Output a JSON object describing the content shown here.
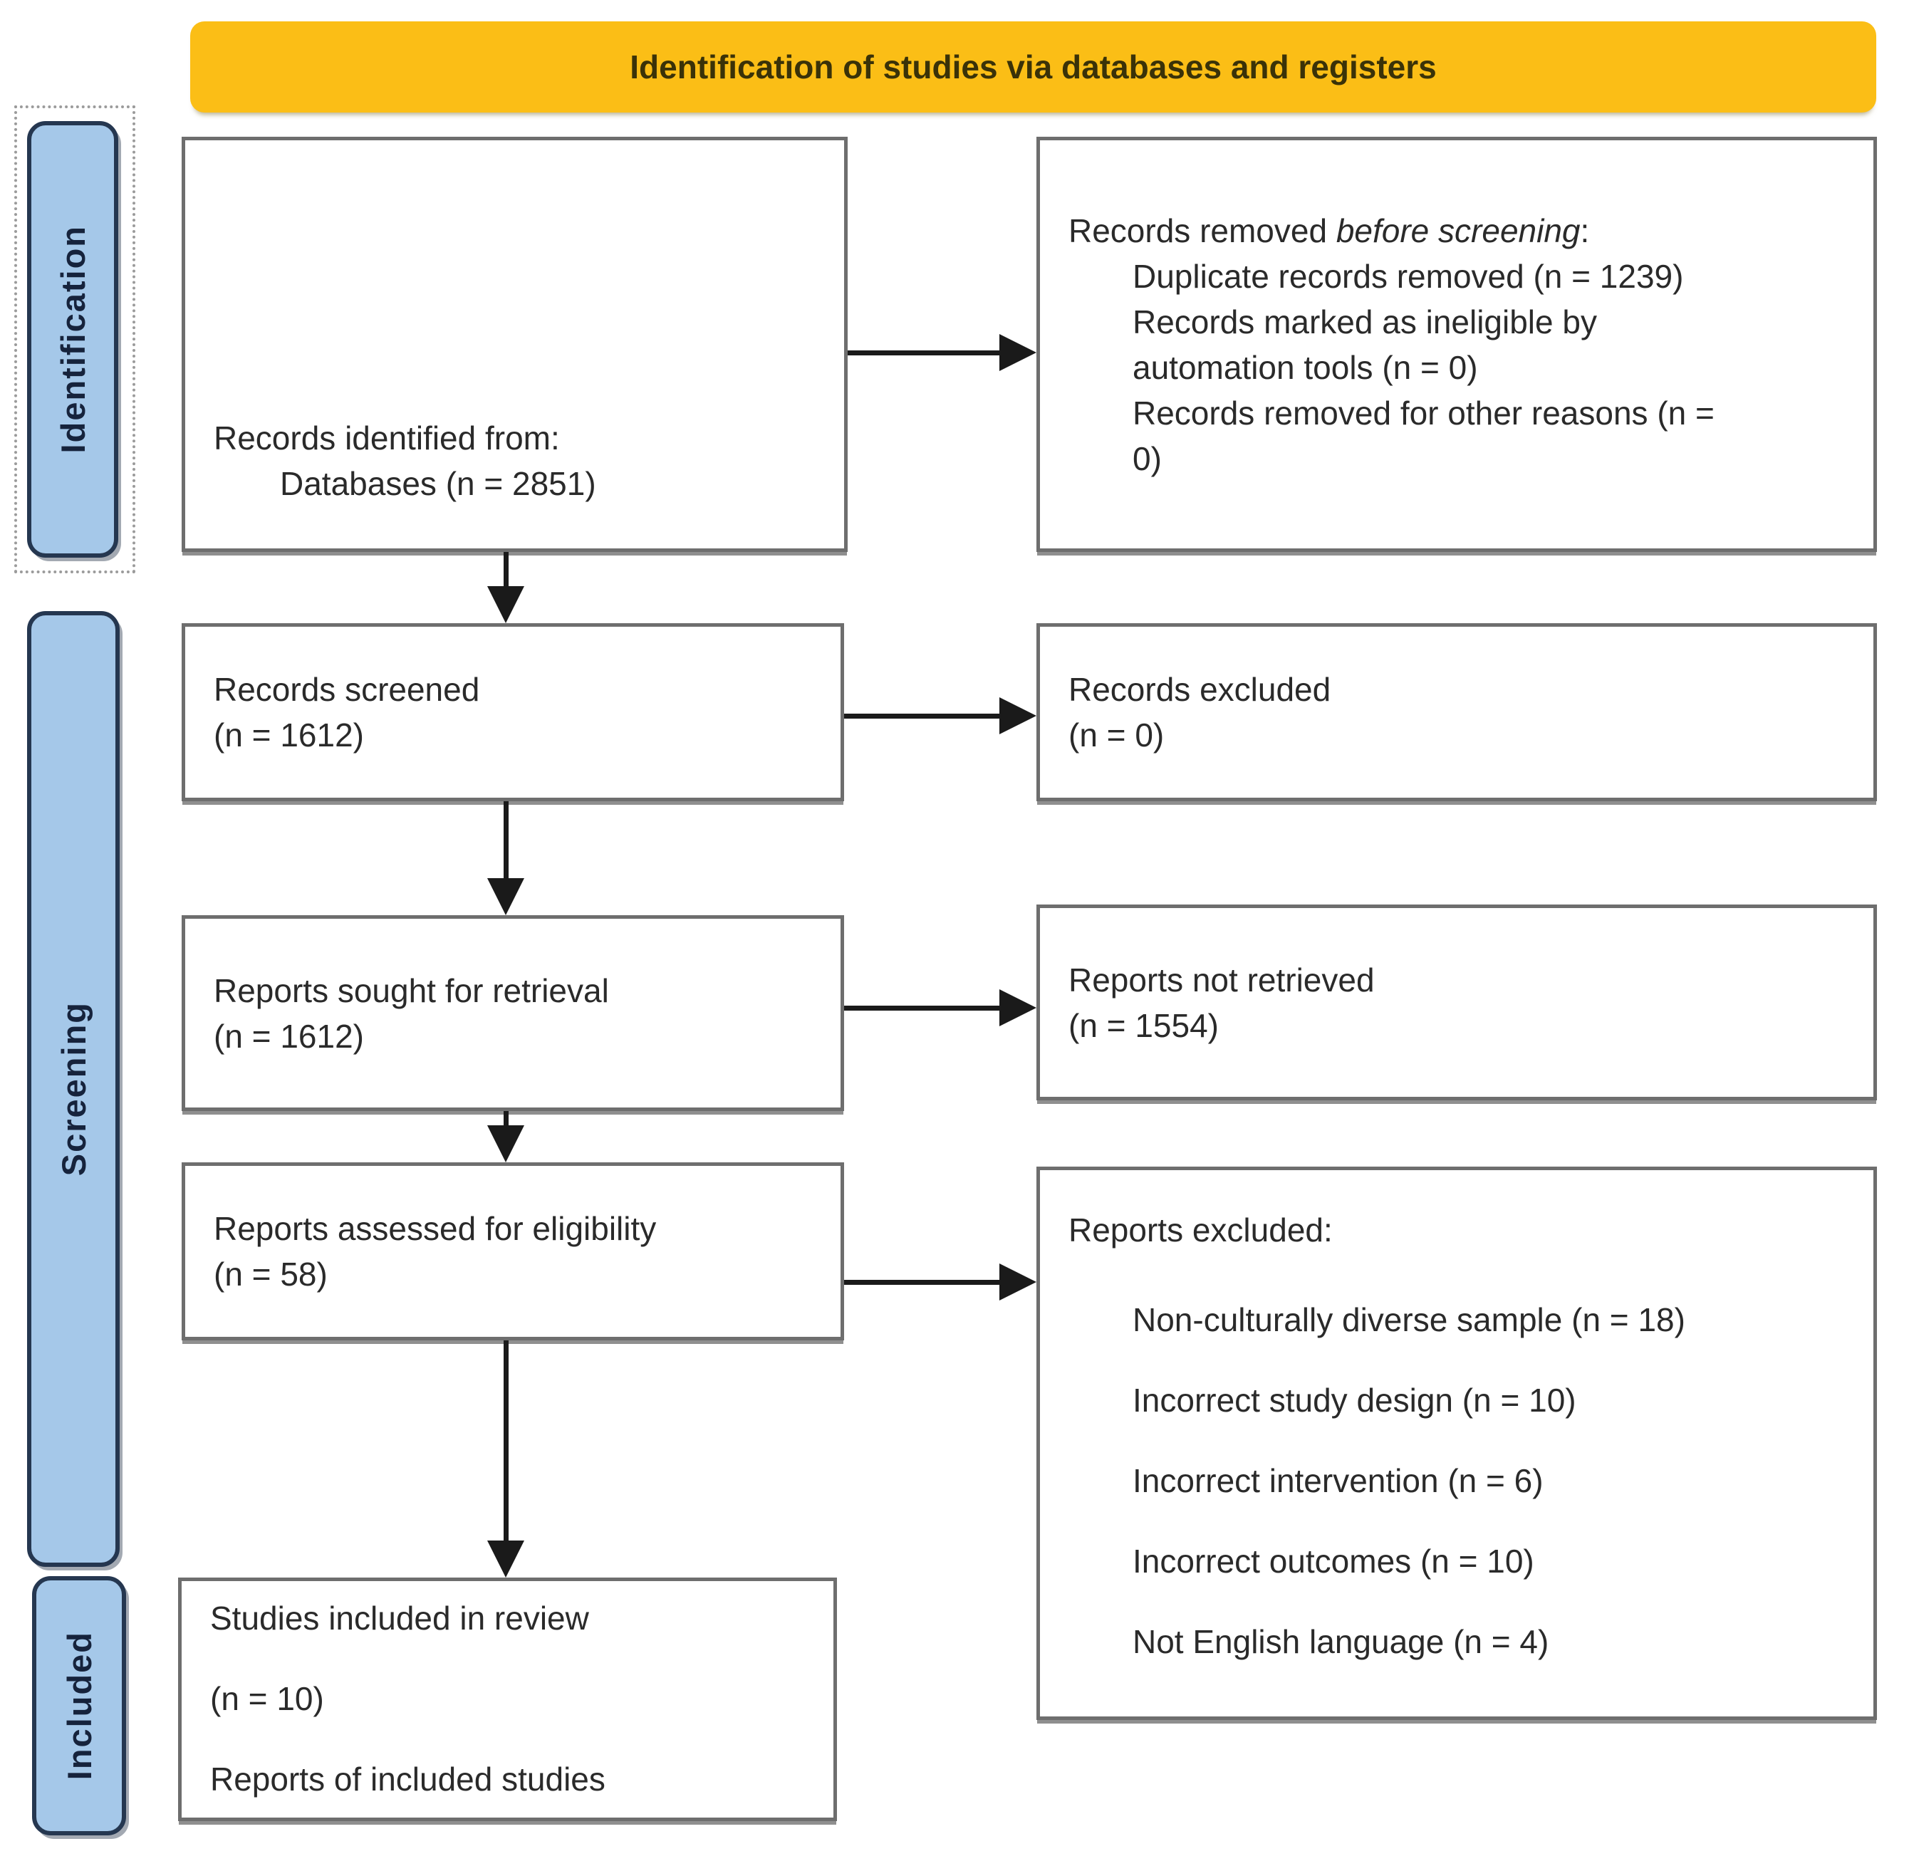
{
  "banner": {
    "title": "Identification of studies via databases and registers"
  },
  "sidebar": {
    "stages": [
      {
        "label": "Identification"
      },
      {
        "label": "Screening"
      },
      {
        "label": "Included"
      }
    ]
  },
  "flow": {
    "identified": {
      "line1": "Records identified from:",
      "line2": "Databases (n = 2851)"
    },
    "removed": {
      "heading_normal": "Records removed ",
      "heading_italic": "before screening",
      "heading_suffix": ":",
      "lines": [
        "Duplicate records removed (n = 1239)",
        "Records marked as ineligible by",
        "automation tools (n = 0)",
        "Records removed for other reasons (n =",
        "0)"
      ]
    },
    "screened": {
      "line1": "Records screened",
      "line2": "(n = 1612)"
    },
    "records_excluded": {
      "line1": "Records excluded",
      "line2": "(n = 0)"
    },
    "sought": {
      "line1": "Reports sought for retrieval",
      "line2": "(n = 1612)"
    },
    "not_retrieved": {
      "line1": "Reports not retrieved",
      "line2": "(n = 1554)"
    },
    "assessed": {
      "line1": "Reports assessed for eligibility",
      "line2": "(n = 58)"
    },
    "reports_excluded": {
      "heading": "Reports excluded:",
      "items": [
        "Non-culturally diverse sample (n = 18)",
        "Incorrect study design (n = 10)",
        "Incorrect intervention (n = 6)",
        "Incorrect outcomes (n = 10)",
        "Not English language (n = 4)"
      ]
    },
    "included": {
      "line1": "Studies included in review",
      "line2": "(n = 10)",
      "line3": "Reports of included studies"
    }
  },
  "colors": {
    "banner_bg": "#FBBE16",
    "banner_text": "#3A3208",
    "stage_bg": "#A5C8E9",
    "stage_border": "#253750",
    "stage_text": "#16233C",
    "box_border": "#6E6E6E",
    "box_text": "#2A2A2A",
    "arrow": "#1A1A1A",
    "frame_dotted": "#9B9B9B"
  }
}
